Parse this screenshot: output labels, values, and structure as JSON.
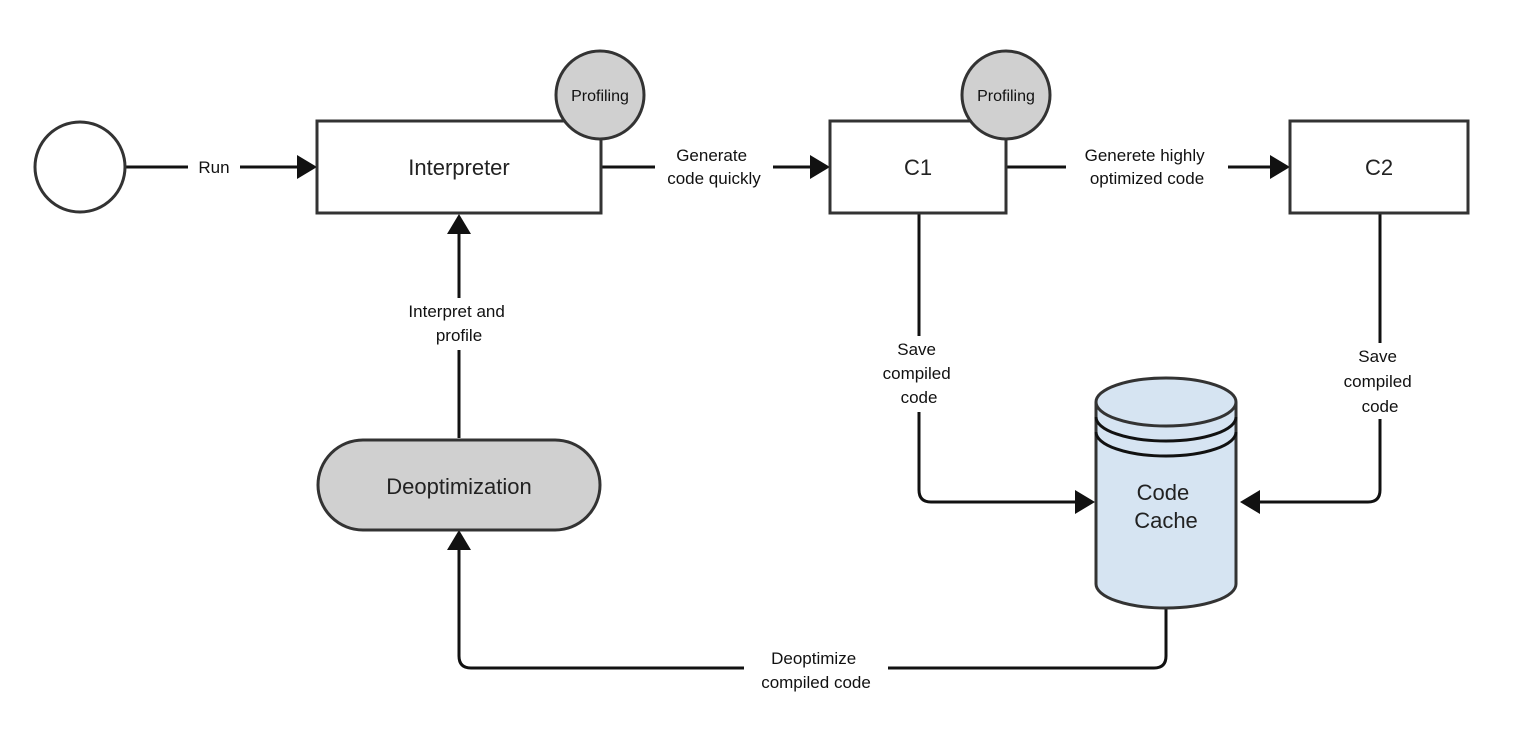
{
  "nodes": {
    "start": "",
    "interpreter": "Interpreter",
    "c1": "C1",
    "c2": "C2",
    "deoptimization": "Deoptimization",
    "code_cache": [
      "Code",
      "Cache"
    ],
    "profiling_interpreter": "Profiling",
    "profiling_c1": "Profiling"
  },
  "edges": {
    "run": [
      "Run"
    ],
    "generate_quickly": [
      "Generate",
      "code quickly"
    ],
    "generate_optimized": [
      "Generete highly",
      "optimized code"
    ],
    "interpret_profile": [
      "Interpret and",
      "profile"
    ],
    "save_c1": [
      "Save",
      "compiled",
      "code"
    ],
    "save_c2": [
      "Save",
      "compiled",
      "code"
    ],
    "deoptimize": [
      "Deoptimize",
      "compiled code"
    ]
  },
  "colors": {
    "stroke": "#333333",
    "gray_fill": "#d0d0d0",
    "cache_fill": "#d6e4f2"
  }
}
